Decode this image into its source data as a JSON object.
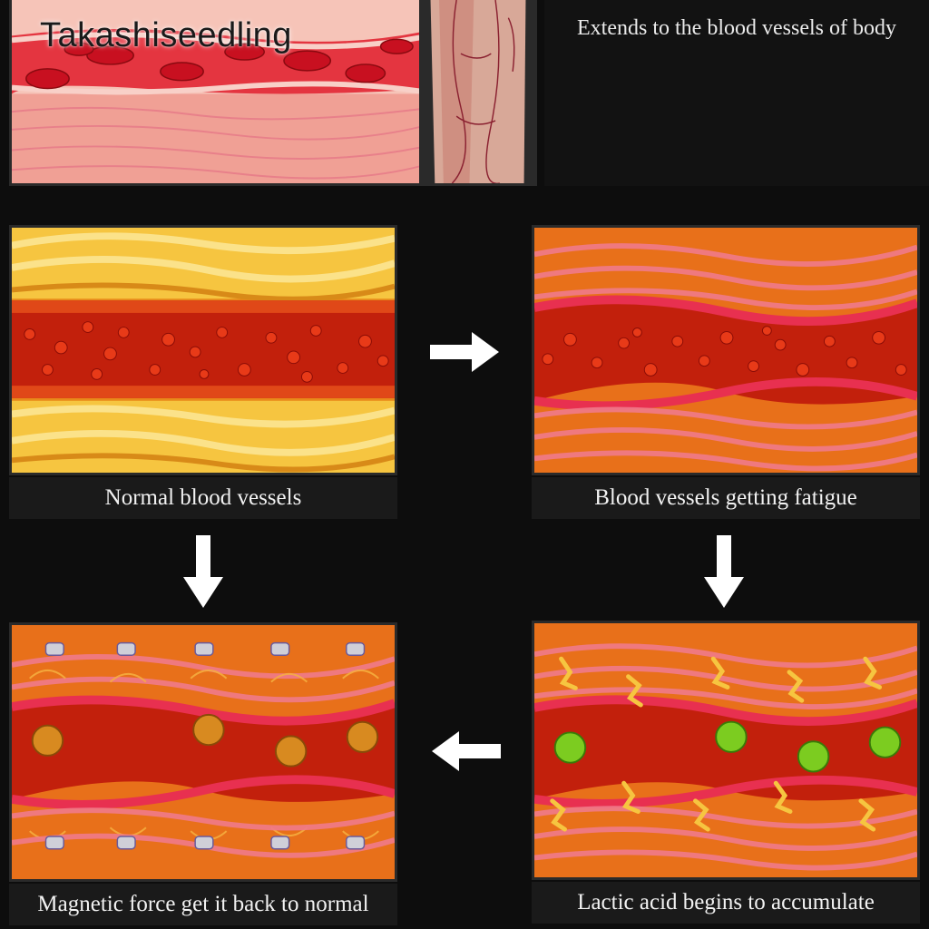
{
  "watermark": "Takashiseedling",
  "top": {
    "caption": "Extends to the blood vessels of body"
  },
  "panels": {
    "normal": {
      "caption": "Normal blood vessels"
    },
    "fatigue": {
      "caption": "Blood vessels getting fatigue"
    },
    "lactic": {
      "caption": "Lactic acid begins to accumulate"
    },
    "magnetic": {
      "caption": "Magnetic force get it back to normal"
    }
  },
  "colors": {
    "background": "#0d0d0d",
    "vessel_wall_yellow": "#f2b833",
    "vessel_wall_pink": "#e8505a",
    "blood_red": "#c2200c",
    "panel_orange": "#e0701a",
    "green_particle": "#7ccc20",
    "arrow": "#ffffff"
  },
  "flow": [
    "normal",
    "fatigue",
    "lactic",
    "magnetic"
  ]
}
